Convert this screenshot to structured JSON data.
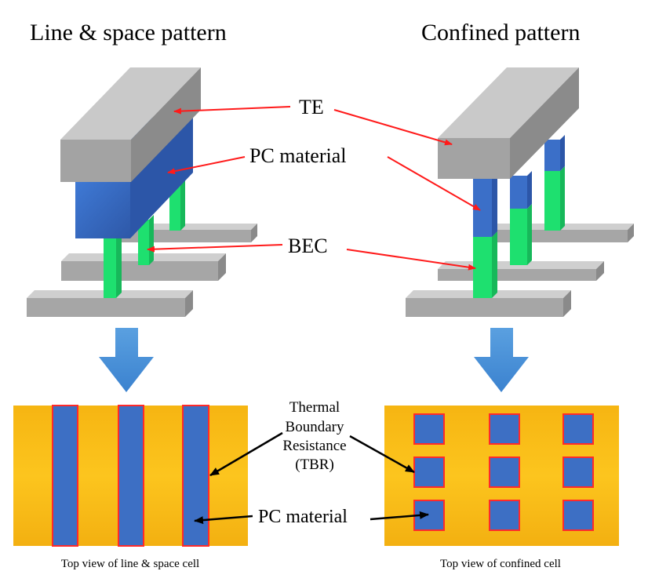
{
  "headings": {
    "left": "Line & space pattern",
    "right": "Confined pattern"
  },
  "labels": {
    "te": "TE",
    "pc_material_3d": "PC material",
    "bec": "BEC",
    "tbr_line1": "Thermal",
    "tbr_line2": "Boundary",
    "tbr_line3": "Resistance",
    "tbr_line4": "(TBR)",
    "pc_material_top": "PC material"
  },
  "captions": {
    "left": "Top view of line & space cell",
    "right": "Top view of confined cell"
  },
  "colors": {
    "te_gray": "#9c9c9c",
    "pc_blue": "#3d6fc4",
    "bec_green": "#22e878",
    "substrate_orange": "#f9c21c",
    "boundary_red": "#ff2a2a",
    "arrow_red": "#ff1a1a",
    "down_arrow_blue": "#4a90d6"
  }
}
